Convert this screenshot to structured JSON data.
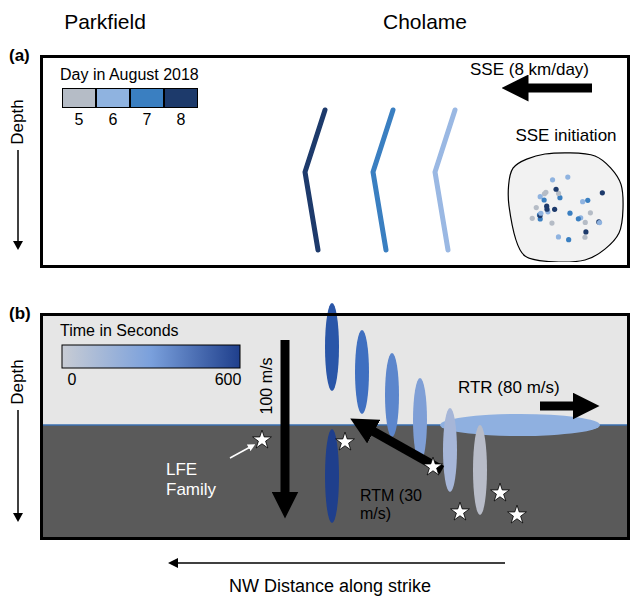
{
  "diagram": {
    "nodes": [
      {
        "text": [
          "(a)"
        ]
      },
      {
        "text": [
          "SSE initiation"
        ],
        "in": 0
      },
      {
        "text": [
          "(b)"
        ]
      }
    ],
    "labels": [
      "Parkfield",
      "Cholame",
      "Day in August 2018",
      "SSE (8 km/day)",
      "Depth",
      "Time in Seconds",
      "0",
      "600",
      "RTR (80 m/s)",
      "100 m/s",
      "RTM (30 m/s)",
      "LFE Family",
      "Depth",
      "NW Distance along strike"
    ],
    "legend": [
      {
        "text": "5",
        "color": "#b5bcc6"
      },
      {
        "text": "6",
        "color": "#8fb3e0"
      },
      {
        "text": "7",
        "color": "#3a7fc1"
      },
      {
        "text": "8",
        "color": "#1d3a6b"
      }
    ]
  }
}
